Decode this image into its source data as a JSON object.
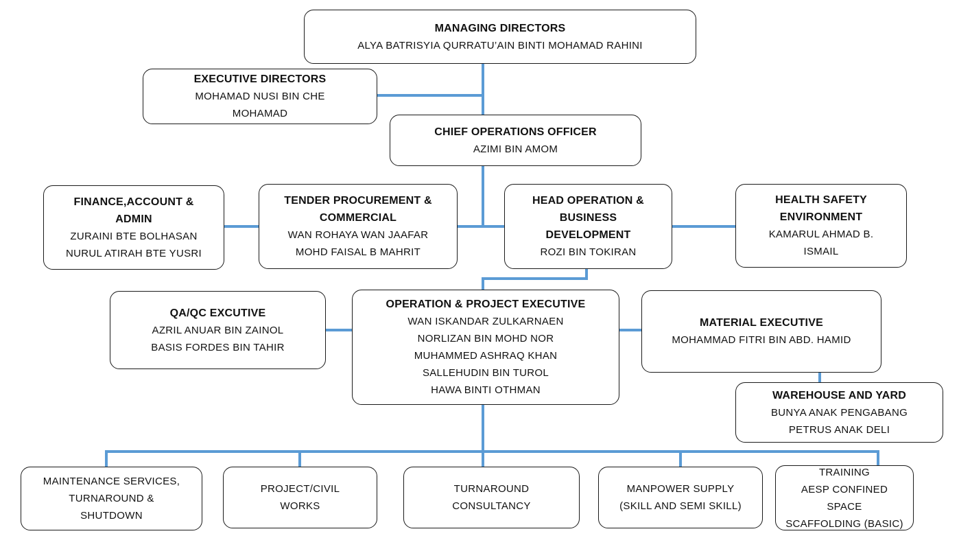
{
  "colors": {
    "connector_blue": "#5B9BD5",
    "box_border": "#1a1a1a",
    "box_fill": "#ffffff",
    "text": "#111111"
  },
  "nodes": {
    "managing_directors": {
      "title": "MANAGING DIRECTORS",
      "names": [
        "ALYA BATRISYIA QURRATU’AIN BINTI MOHAMAD RAHINI"
      ]
    },
    "executive_directors": {
      "title": "EXECUTIVE DIRECTORS",
      "names": [
        "MOHAMAD NUSI BIN CHE",
        "MOHAMAD"
      ]
    },
    "chief_operations_officer": {
      "title": "CHIEF OPERATIONS OFFICER",
      "names": [
        "AZIMI BIN AMOM"
      ]
    },
    "finance_account_admin": {
      "title": "FINANCE,ACCOUNT & ADMIN",
      "names": [
        "ZURAINI BTE BOLHASAN",
        "NURUL ATIRAH BTE YUSRI"
      ]
    },
    "tender_procurement_commercial": {
      "title": "TENDER PROCUREMENT & COMMERCIAL",
      "names": [
        "WAN ROHAYA WAN JAAFAR",
        "MOHD FAISAL B MAHRIT"
      ]
    },
    "head_operation_business_development": {
      "title": "HEAD OPERATION & BUSINESS DEVELOPMENT",
      "names": [
        "ROZI BIN TOKIRAN"
      ]
    },
    "health_safety_environment": {
      "title": "HEALTH SAFETY ENVIRONMENT",
      "names": [
        "KAMARUL AHMAD B.",
        "ISMAIL"
      ]
    },
    "qa_qc_executive": {
      "title": "QA/QC EXCUTIVE",
      "names": [
        "AZRIL ANUAR BIN ZAINOL",
        "BASIS FORDES BIN TAHIR"
      ]
    },
    "operation_project_executive": {
      "title": "OPERATION & PROJECT EXECUTIVE",
      "names": [
        "WAN ISKANDAR ZULKARNAEN",
        "NORLIZAN BIN MOHD NOR",
        "MUHAMMED ASHRAQ KHAN",
        "SALLEHUDIN BIN TUROL",
        "HAWA BINTI OTHMAN"
      ]
    },
    "material_executive": {
      "title": "MATERIAL EXECUTIVE",
      "names": [
        "MOHAMMAD FITRI BIN ABD. HAMID"
      ]
    },
    "warehouse_and_yard": {
      "title": "WAREHOUSE AND YARD",
      "names": [
        "BUNYA ANAK PENGABANG",
        "PETRUS ANAK DELI"
      ]
    },
    "maintenance_services": {
      "lines": [
        "MAINTENANCE SERVICES,",
        "TURNAROUND &",
        "SHUTDOWN"
      ]
    },
    "project_civil_works": {
      "lines": [
        "PROJECT/CIVIL",
        "WORKS"
      ]
    },
    "turnaround_consultancy": {
      "lines": [
        "TURNAROUND",
        "CONSULTANCY"
      ]
    },
    "manpower_supply": {
      "lines": [
        "MANPOWER SUPPLY",
        "(SKILL AND SEMI SKILL)"
      ]
    },
    "training": {
      "lines": [
        "TRAINING",
        "AESP CONFINED SPACE",
        "SCAFFOLDING (BASIC)"
      ]
    }
  }
}
